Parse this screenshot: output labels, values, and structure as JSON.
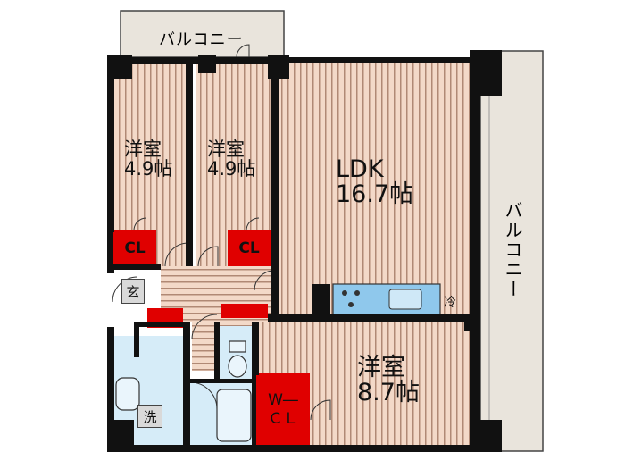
{
  "balcony_top": "バルコニー",
  "balcony_right": "バルコニー",
  "room_western_1": {
    "name": "洋室",
    "size": "4.9帖"
  },
  "room_western_2": {
    "name": "洋室",
    "size": "4.9帖"
  },
  "room_ldk": {
    "name": "LDK",
    "size": "16.7帖"
  },
  "room_western_3": {
    "name": "洋室",
    "size": "8.7帖"
  },
  "closet_1": "CL",
  "closet_2": "CL",
  "walk_in_closet": {
    "line1": "W―",
    "line2": "ＣＬ"
  },
  "entrance": "玄",
  "laundry": "洗",
  "refrigerator": "冷",
  "colors": {
    "wall": "#111111",
    "floor_wood_light": "#f3d9c8",
    "floor_wood_line": "#a07560",
    "balcony": "#e9e4dc",
    "closet_red": "#e00000",
    "bath_blue": "#d6ecf8",
    "kitchen_blue": "#8fc8ec"
  }
}
